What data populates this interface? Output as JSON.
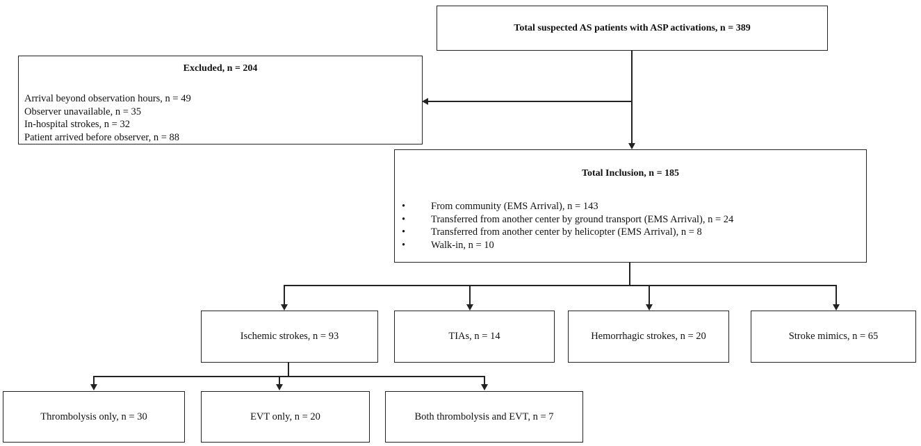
{
  "top_box": {
    "text": "Total  suspected AS patients with ASP activations,  n = 389"
  },
  "excluded": {
    "title": "Excluded,  n = 204",
    "items": [
      "Arrival beyond observation hours, n = 49",
      "Observer unavailable,  n = 35",
      "In-hospital strokes, n = 32",
      "Patient arrived before observer, n = 88"
    ]
  },
  "inclusion": {
    "title": "Total  Inclusion,  n = 185",
    "bullet": "•",
    "items": [
      "From community (EMS Arrival), n = 143",
      "Transferred from another center by ground transport (EMS  Arrival),  n = 24",
      "Transferred from another center by helicopter (EMS  Arrival),  n = 8",
      "Walk-in,  n = 10"
    ]
  },
  "categories": [
    "Ischemic strokes, n = 93",
    "TIAs, n = 14",
    "Hemorrhagic strokes, n = 20",
    "Stroke mimics,  n = 65"
  ],
  "treatments": [
    "Thrombolysis only, n = 30",
    "EVT  only, n = 20",
    "Both thrombolysis and EVT,  n = 7"
  ]
}
